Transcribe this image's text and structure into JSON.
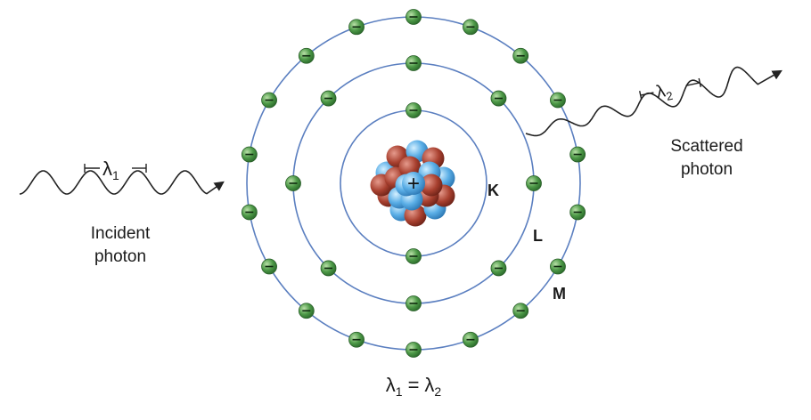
{
  "incident": {
    "line1": "Incident",
    "line2": "photon",
    "wavelength_symbol": "λ",
    "wavelength_sub": "1"
  },
  "scattered": {
    "line1": "Scattered",
    "line2": "photon",
    "wavelength_symbol": "λ",
    "wavelength_sub": "2"
  },
  "shells": {
    "k": "K",
    "l": "L",
    "m": "M"
  },
  "equation": {
    "lhs_symbol": "λ",
    "lhs_sub": "1",
    "equals": "=",
    "rhs_symbol": "λ",
    "rhs_sub": "2"
  },
  "nucleus": {
    "sign": "+"
  },
  "electron": {
    "sign": "−"
  },
  "colors": {
    "orbit": "#5b7fc0",
    "electron": "#3f8a3f",
    "proton": "#b5483c",
    "neutron": "#5aaee6",
    "wave": "#222222"
  }
}
